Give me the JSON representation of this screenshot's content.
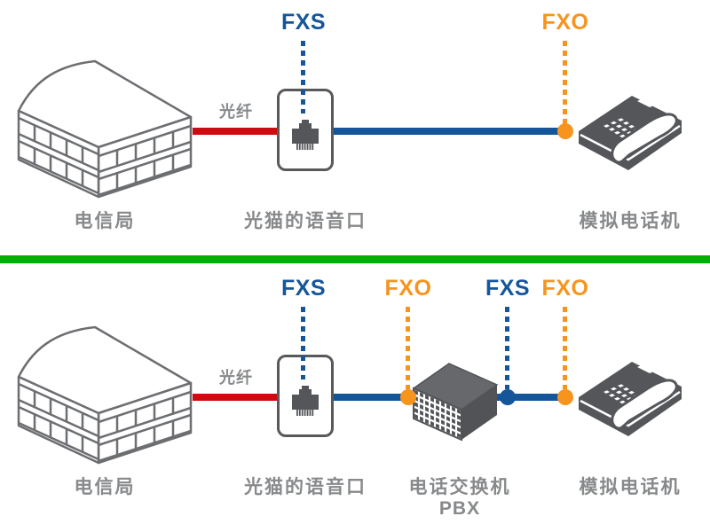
{
  "colors": {
    "fxs_blue": "#15569b",
    "fxo_orange": "#f7941e",
    "fiber_red": "#cf0a10",
    "voice_line_blue": "#15569b",
    "divider_green": "#00b007",
    "label_gray": "#87898b",
    "device_gray": "#54565a"
  },
  "top": {
    "fxs": "FXS",
    "fxo": "FXO",
    "building_label": "电信局",
    "fiber_label": "光纤",
    "modem_label": "光猫的语音口",
    "phone_label": "模拟电话机"
  },
  "bottom": {
    "fxs_modem": "FXS",
    "fxo_pbx": "FXO",
    "fxs_pbx": "FXS",
    "fxo_phone": "FXO",
    "building_label": "电信局",
    "fiber_label": "光纤",
    "modem_label": "光猫的语音口",
    "pbx_label": "电话交换机",
    "pbx_sub": "PBX",
    "phone_label": "模拟电话机"
  }
}
